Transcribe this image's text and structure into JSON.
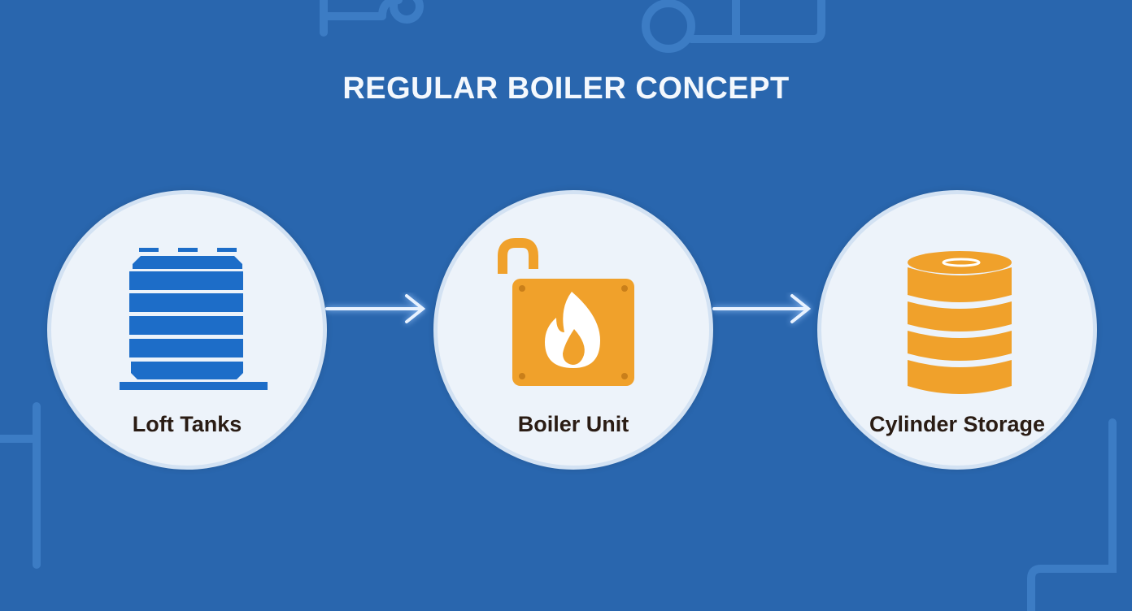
{
  "title": "REGULAR BOILER CONCEPT",
  "nodes": [
    {
      "label": "Loft Tanks",
      "icon": "water-tank-icon"
    },
    {
      "label": "Boiler Unit",
      "icon": "boiler-flame-icon"
    },
    {
      "label": "Cylinder Storage",
      "icon": "cylinder-storage-icon"
    }
  ],
  "colors": {
    "background": "#2966ae",
    "tank": "#1d6dc8",
    "orange": "#f0a12b",
    "circle": "#edf3fa",
    "text": "#2a1c14"
  }
}
